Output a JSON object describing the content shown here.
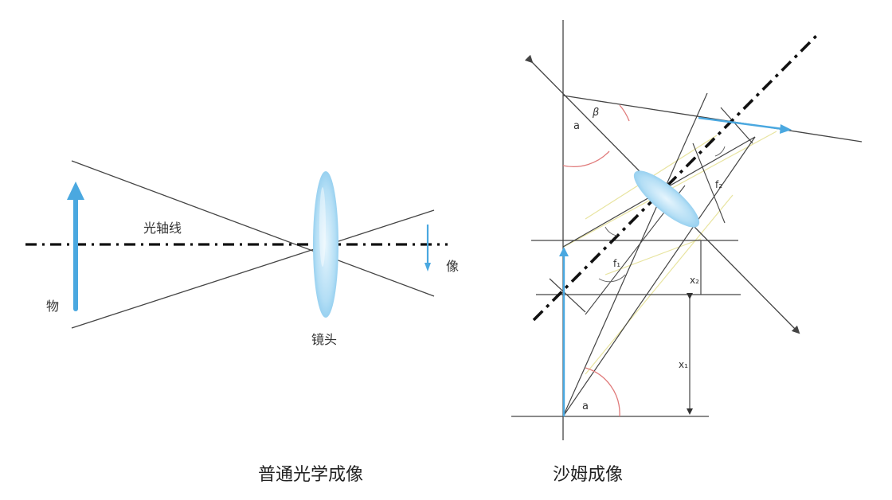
{
  "left": {
    "optical_axis_label": "光轴线",
    "object_label": "物",
    "image_label": "像",
    "lens_label": "镜头",
    "caption": "普通光学成像"
  },
  "right": {
    "angle_a_top": "a",
    "angle_beta": "β",
    "angle_a_bottom": "a",
    "focal_f1": "f₁",
    "focal_f2": "f₂",
    "dist_x1": "x₁",
    "dist_x2": "x₂",
    "caption": "沙姆成像"
  },
  "colors": {
    "ray": "#444444",
    "axis": "#111111",
    "arrow_blue": "#4aa8e0",
    "lens_blue": "#a8d8f2",
    "angle_red": "#e07a7a",
    "guide_yellow": "#e8e4a0"
  }
}
